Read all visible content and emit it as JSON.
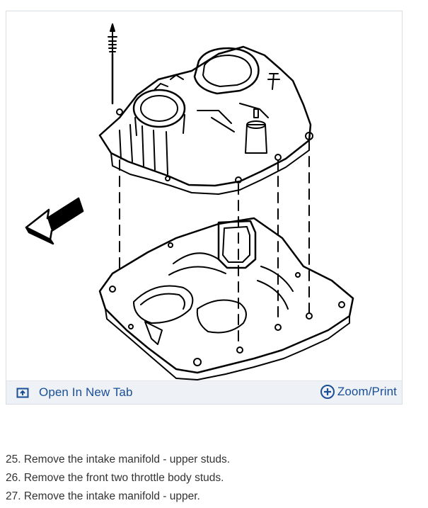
{
  "figure": {
    "open_tab_label": "Open In New Tab",
    "zoom_print_label": "Zoom/Print",
    "link_color": "#1a4f96",
    "toolbar_bg": "#eef1f5",
    "open_tab_icon": "open-in-new-tab-icon",
    "zoom_icon": "zoom-plus-icon"
  },
  "steps": [
    "25. Remove the intake manifold - upper studs.",
    "26. Remove the front two throttle body studs.",
    "27. Remove the intake manifold - upper."
  ]
}
